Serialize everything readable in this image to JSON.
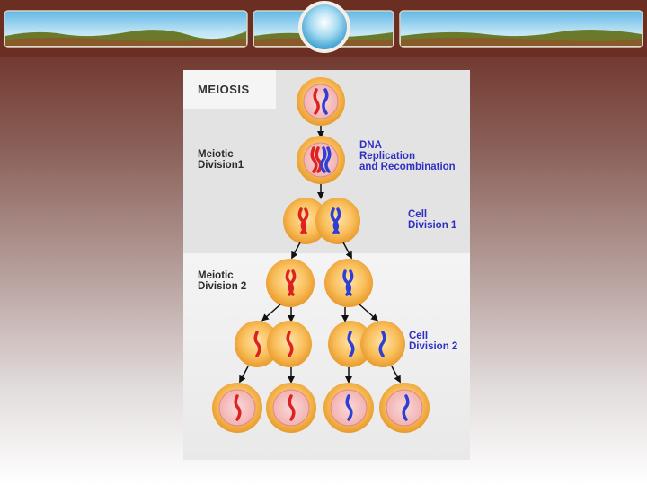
{
  "title": "MEIOSIS",
  "labels": {
    "meiotic_division_1": [
      "Meiotic",
      "Division1"
    ],
    "dna_replication": [
      "DNA",
      "Replication",
      "and Recombination"
    ],
    "cell_division_1": [
      "Cell",
      "Division 1"
    ],
    "meiotic_division_2": [
      "Meiotic",
      "Division 2"
    ],
    "cell_division_2": [
      "Cell",
      "Division 2"
    ]
  },
  "colors": {
    "label_dark": "#2a2a2a",
    "label_blue": "#2f2fc4",
    "cell_fill": "#f7b24a",
    "nucleus_fill": "#f3b8b8",
    "chromosome_red": "#dd2222",
    "chromosome_blue": "#2f3fd6"
  }
}
